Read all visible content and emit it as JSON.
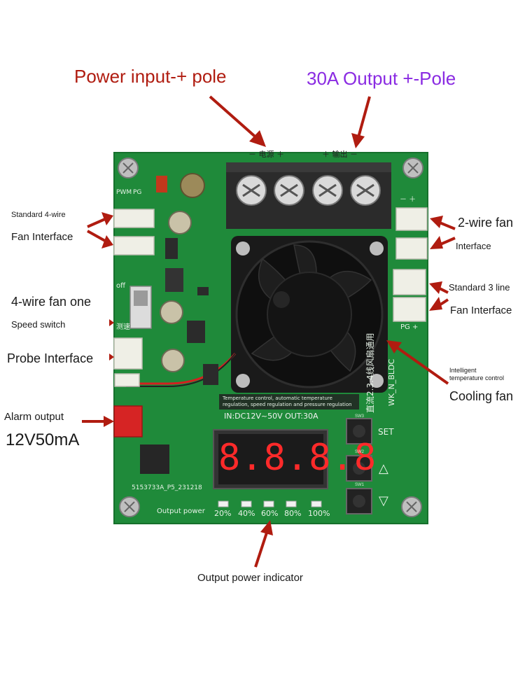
{
  "callouts": {
    "power_input": "Power input-+ pole",
    "output_pole": "30A Output +-Pole",
    "std4_line1": "Standard 4-wire",
    "std4_line2": "Fan Interface",
    "twowire_line1": "2-wire fan",
    "twowire_line2": "Interface",
    "std3_line1": "Standard 3 line",
    "std3_line2": "Fan Interface",
    "speed_line1": "4-wire fan one",
    "speed_line2": "Speed switch",
    "probe": "Probe Interface",
    "intelligent_line1": "Intelligent",
    "intelligent_line2": "temperature control",
    "cooling_fan": "Cooling fan",
    "alarm_line1": "Alarm output",
    "alarm_line2": "12V50mA",
    "output_power_indicator": "Output power indicator"
  },
  "board": {
    "top_power_left": "－ 电源 ＋",
    "top_power_right": "＋ 输出 －",
    "pwm": "PWM",
    "pg": "PG",
    "off": "off",
    "test": "测速",
    "fan_note": "Temperature control, automatic temperature regulation, speed regulation and pressure regulation",
    "in_out": "IN:DC12V~50V    OUT:30A",
    "display": "8.8.8.8",
    "set": "SET",
    "up": "△",
    "down": "▽",
    "sw3": "SW3",
    "sw2": "SW2",
    "sw1": "SW1",
    "vertical_text": "直流2.3.4线风扇通用",
    "wk": "WK_N_BLDC",
    "serial": "5153733A_P5_231218",
    "output_power": "Output power",
    "percents": [
      "20%",
      "40%",
      "60%",
      "80%",
      "100%"
    ],
    "pg_right": "PG +",
    "minus_plus": "－ ＋"
  },
  "colors": {
    "pcb": "#1f8a3a",
    "arrow": "#b01c10",
    "led_digits": "#ff2a2a"
  }
}
